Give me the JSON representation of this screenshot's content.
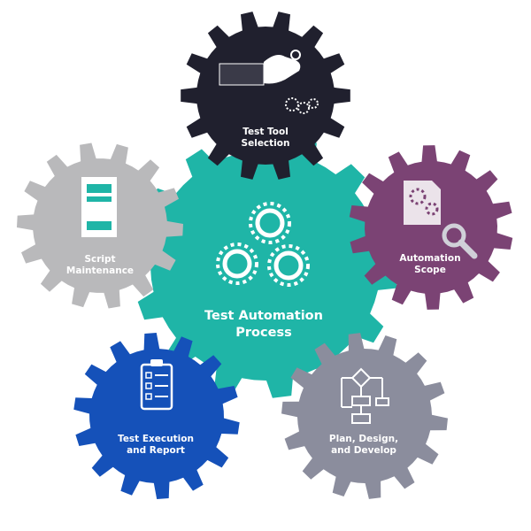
{
  "center": {
    "line1": "Test Automation",
    "line2": "Process",
    "color": "#1fb5a7",
    "icon": "gears-icon"
  },
  "steps": [
    {
      "id": "tool-selection",
      "line1": "Test Tool",
      "line2": "Selection",
      "color": "#20202e",
      "icon": "hand-with-gears-icon"
    },
    {
      "id": "automation-scope",
      "line1": "Automation",
      "line2": "Scope",
      "color": "#7b4374",
      "icon": "document-magnifier-icon"
    },
    {
      "id": "plan-design-develop",
      "line1": "Plan, Design,",
      "line2": "and Develop",
      "color": "#8b8d9d",
      "icon": "flowchart-icon"
    },
    {
      "id": "execution-report",
      "line1": "Test Execution",
      "line2": "and Report",
      "color": "#1551b9",
      "icon": "clipboard-checklist-icon"
    },
    {
      "id": "script-maintenance",
      "line1": "Script",
      "line2": "Maintenance",
      "color": "#b9b9bb",
      "icon": "script-document-icon"
    }
  ]
}
